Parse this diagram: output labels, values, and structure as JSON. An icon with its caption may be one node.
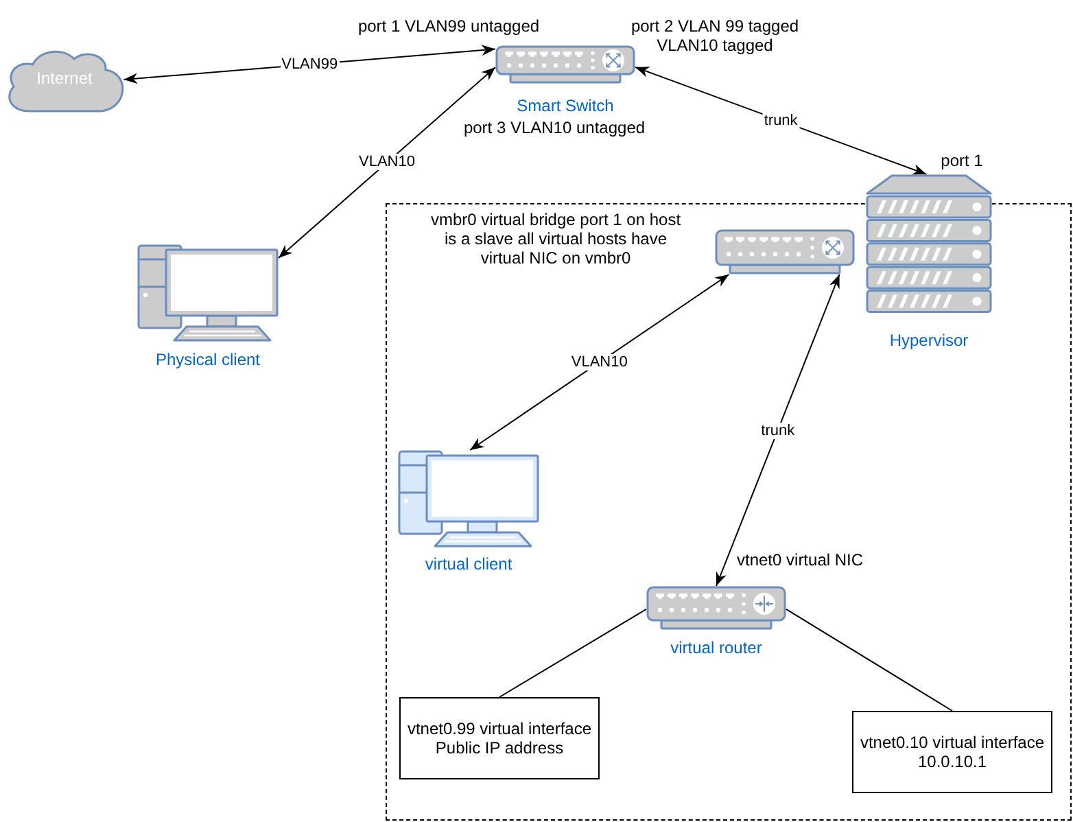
{
  "diagram": {
    "nodes": [
      {
        "text": [
          "Internet"
        ]
      },
      {
        "text": [
          "Smart Switch"
        ],
        "beside": [
          "port 1 VLAN99 untagged",
          "port 2 VLAN 99 tagged VLAN10 tagged",
          "port 3 VLAN10 untagged"
        ]
      },
      {
        "text": [
          "Physical client"
        ]
      },
      {
        "text": [
          "Hypervisor"
        ],
        "beside": [
          "port 1"
        ]
      },
      {
        "text": [],
        "shape": "box"
      },
      {
        "text": [
          "vmbr0 virtual bridge port 1 on host is a slave all virtual hosts have virtual NIC on vmbr0"
        ],
        "in": 4
      },
      {
        "text": [
          "virtual client"
        ],
        "in": 4
      },
      {
        "text": [
          "virtual router"
        ],
        "in": 4,
        "beside": [
          "vtnet0 virtual NIC"
        ]
      },
      {
        "text": [
          "vtnet0.99 virtual interface Public IP address"
        ],
        "in": 4
      },
      {
        "text": [
          "vtnet0.10 virtual interface 10.0.10.1"
        ],
        "in": 4
      }
    ],
    "edges": [
      {
        "from": 0,
        "to": 1,
        "arrow": "both",
        "label": "VLAN99"
      },
      {
        "from": 1,
        "to": 2,
        "arrow": "both",
        "label": "VLAN10"
      },
      {
        "from": 1,
        "to": 3,
        "arrow": "both",
        "label": "trunk"
      },
      {
        "from": 5,
        "to": 6,
        "arrow": "both",
        "label": "VLAN10"
      },
      {
        "from": 5,
        "to": 7,
        "arrow": "both",
        "label": "trunk"
      },
      {
        "from": 7,
        "to": 8,
        "arrow": "none"
      },
      {
        "from": 7,
        "to": 9,
        "arrow": "none"
      }
    ]
  }
}
